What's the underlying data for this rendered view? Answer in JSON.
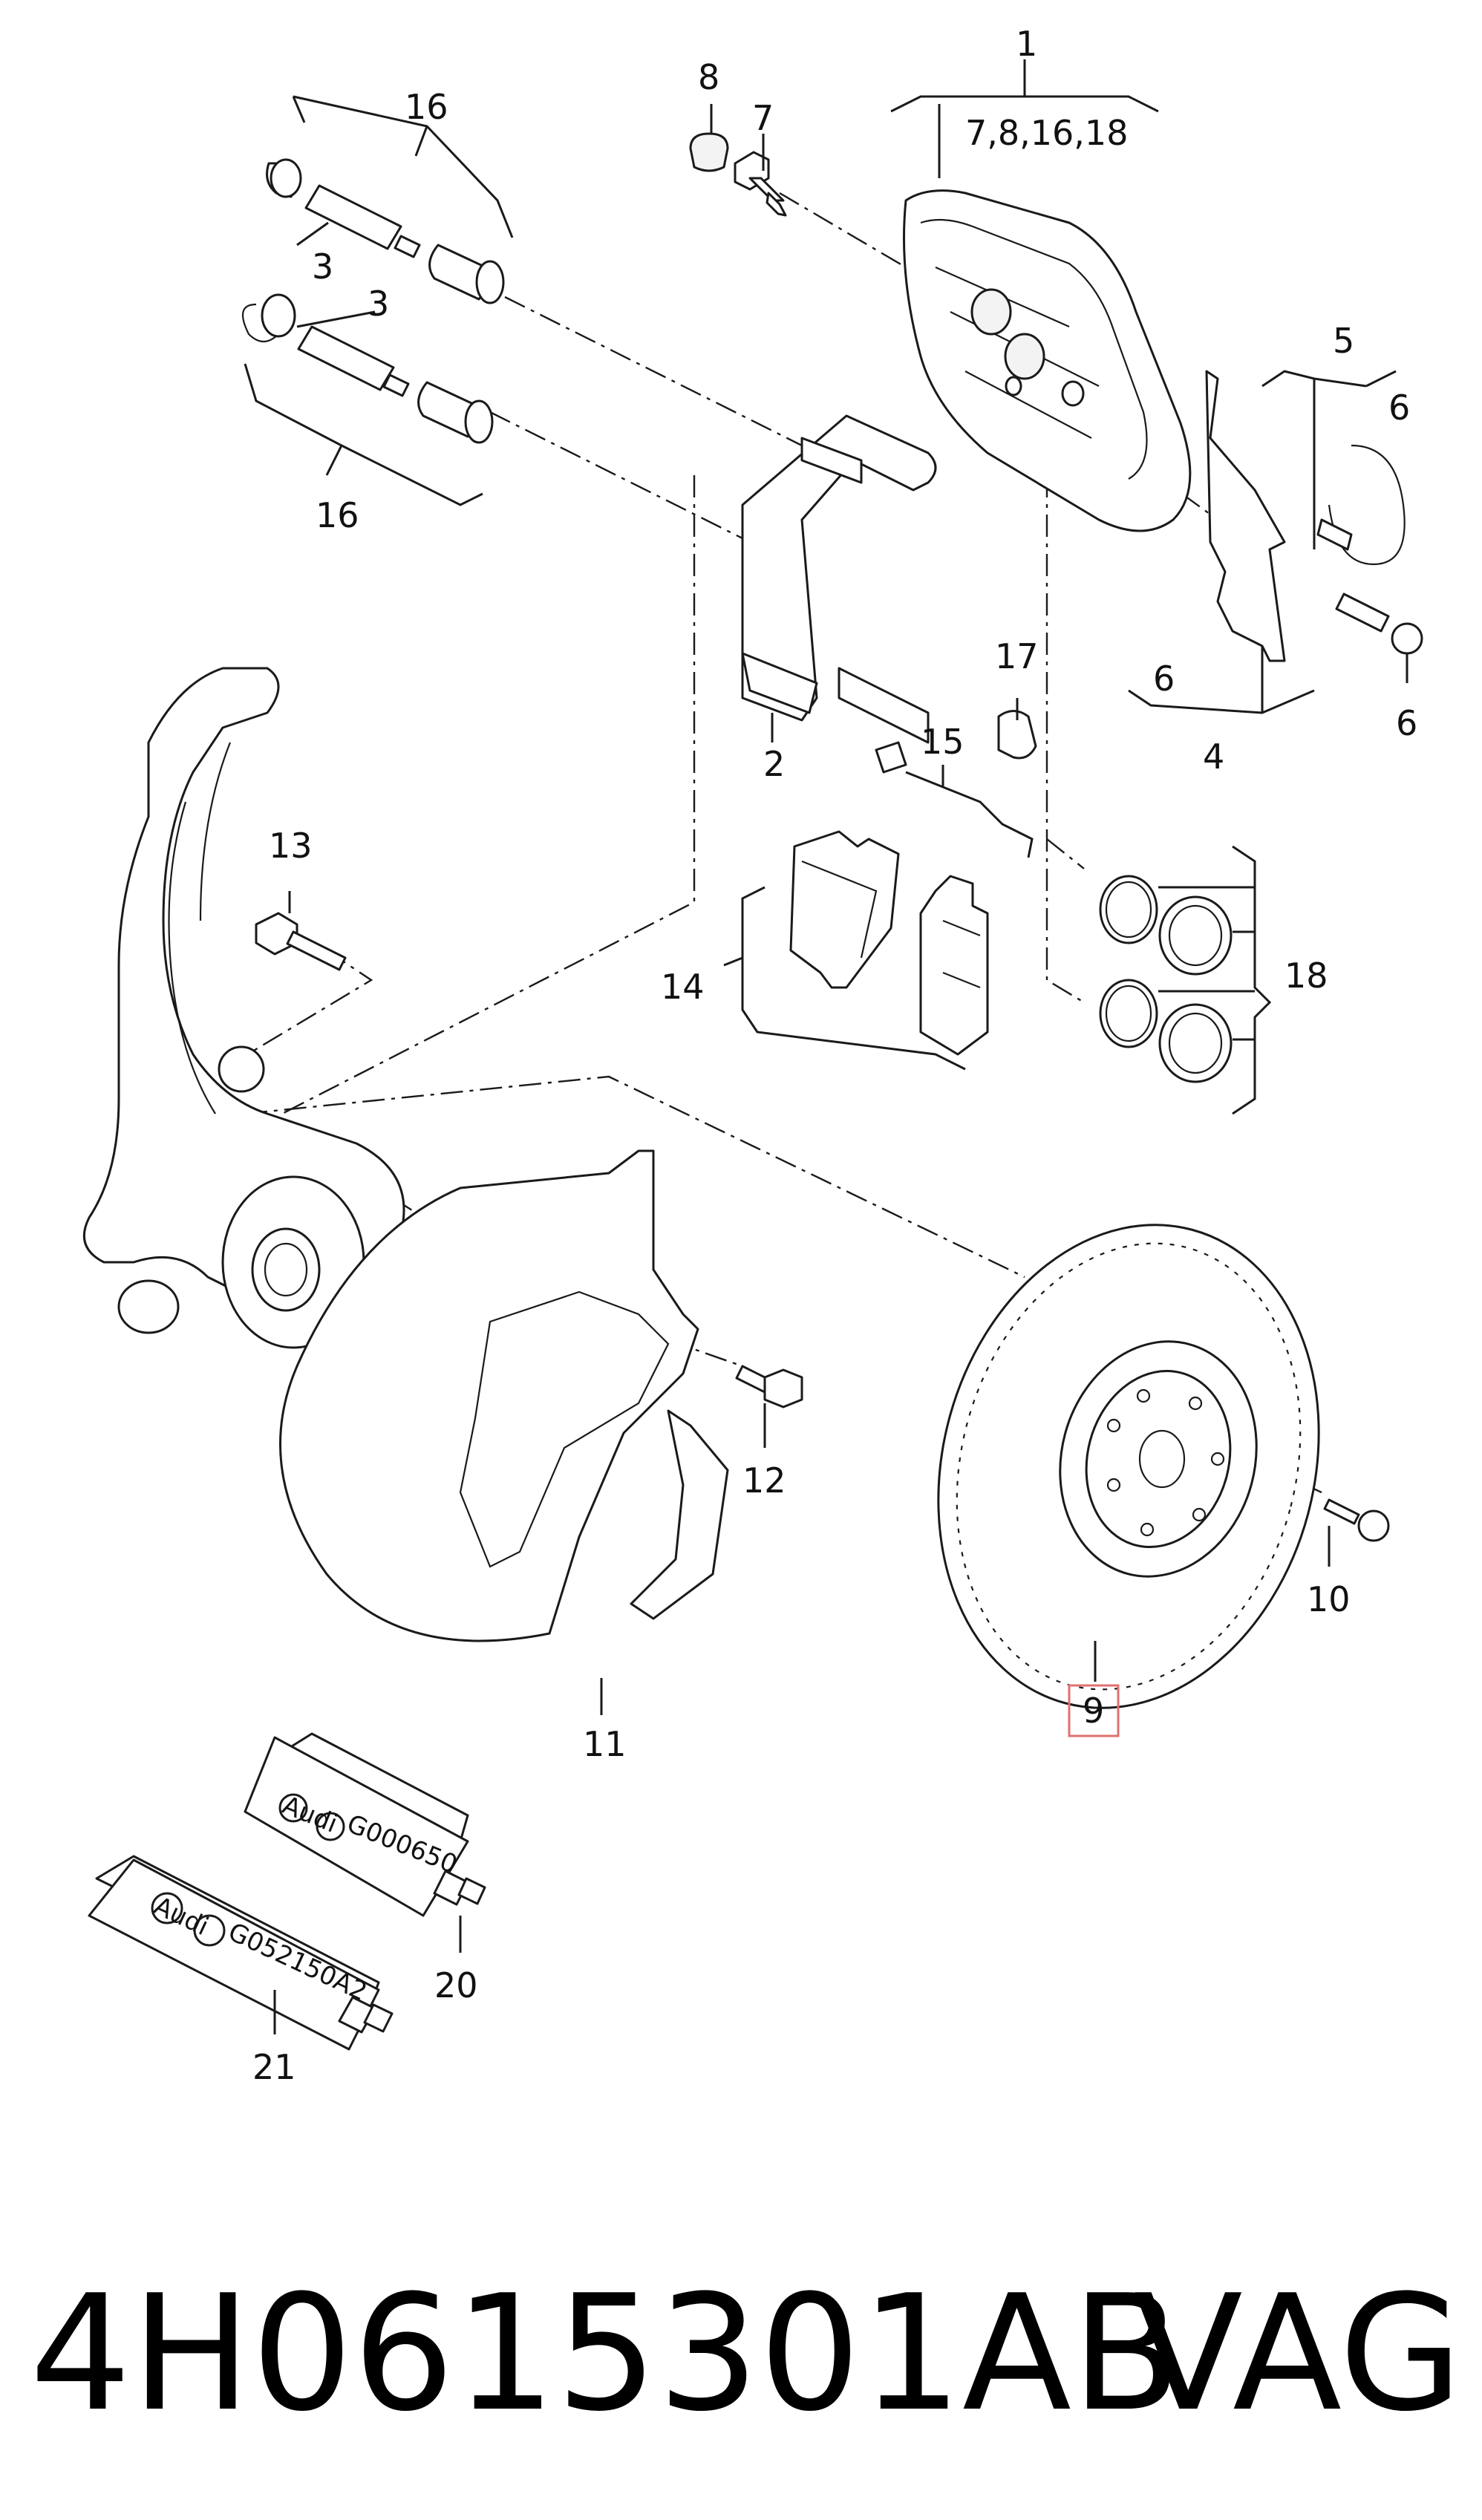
{
  "callouts": {
    "c1": "1",
    "c1_sub": "7,8,16,18",
    "c2": "2",
    "c3a": "3",
    "c3b": "3",
    "c4": "4",
    "c5": "5",
    "c6a": "6",
    "c6b": "6",
    "c6c": "6",
    "c7": "7",
    "c8": "8",
    "c9": "9",
    "c10": "10",
    "c11": "11",
    "c12": "12",
    "c13": "13",
    "c14": "14",
    "c15": "15",
    "c16a": "16",
    "c16b": "16",
    "c17": "17",
    "c18": "18",
    "c20": "20",
    "c21": "21"
  },
  "tubes": {
    "t20_brand": "Audi",
    "t20_code": "G000650",
    "t21_brand": "Audi",
    "t21_code": "G052150A2"
  },
  "highlight": {
    "part": "9",
    "color": "#e07070"
  },
  "footer": {
    "part_number": "4H0615301AB",
    "brand": "VAG"
  }
}
